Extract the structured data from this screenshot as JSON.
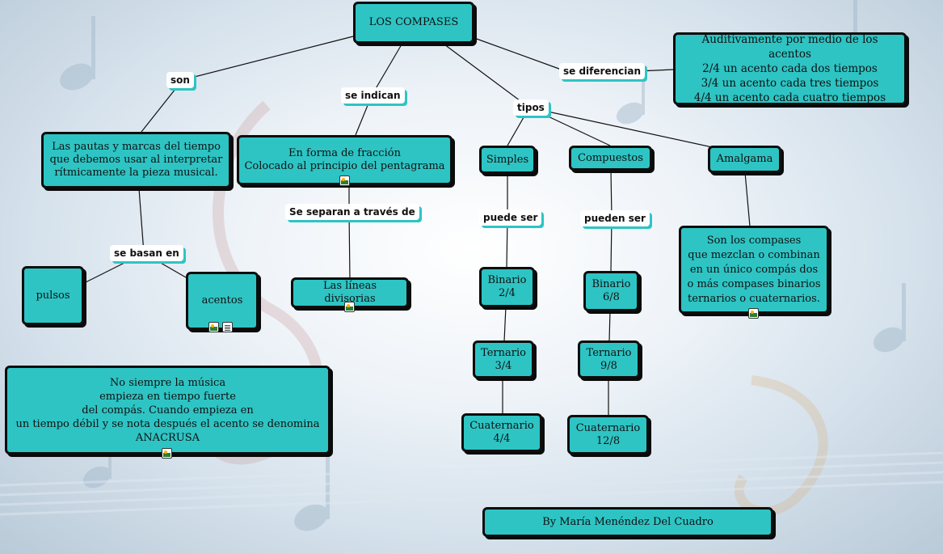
{
  "map": {
    "title": "LOS COMPASES",
    "diferencian_text": "Auditivamente por medio de los acentos\n2/4 un acento cada dos tiempos\n3/4 un acento cada tres tiempos\n4/4 un acento cada cuatro tiempos",
    "pautas": "Las pautas y marcas del tiempo\nque debemos usar al interpretar\nrítmicamente la pieza musical.",
    "fraccion": "En forma de fracción\nColocado al principio del pentagrama",
    "simples": "Simples",
    "compuestos": "Compuestos",
    "amalgama": "Amalgama",
    "amalgama_desc": "Son los compases\nque mezclan o combinan\nen un único compás dos\no más compases binarios\nternarios o cuaternarios.",
    "pulsos": "pulsos",
    "acentos": "acentos",
    "lineas": "Las líneas divisorias",
    "binario_s": "Binario\n2/4",
    "ternario_s": "Ternario\n3/4",
    "cuaternario_s": "Cuaternario\n4/4",
    "binario_c": "Binario\n6/8",
    "ternario_c": "Ternario\n9/8",
    "cuaternario_c": "Cuaternario\n12/8",
    "anacrusa": "No siempre la música\nempieza en tiempo fuerte\ndel compás. Cuando empieza en\nun tiempo débil y se nota después el acento se denomina\nANACRUSA",
    "author": "By María Menéndez Del Cuadro"
  },
  "links": {
    "son": "son",
    "se_indican": "se indican",
    "se_diferencian": "se diferencian",
    "tipos": "tipos",
    "se_basan_en": "se basan en",
    "se_separan": "Se separan a través de",
    "puede_ser": "puede ser",
    "pueden_ser": "pueden ser"
  },
  "colors": {
    "node_fill": "#2ec4c4",
    "node_border": "#0d0d0d",
    "label_bg": "#ffffff"
  },
  "icons": [
    "image-icon",
    "document-icon"
  ]
}
